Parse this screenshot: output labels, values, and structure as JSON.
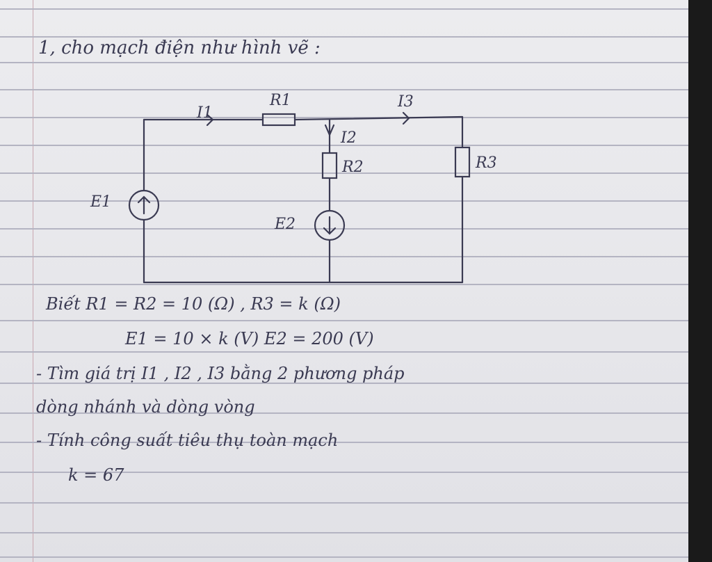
{
  "problem": {
    "heading": "1, cho mạch điện như hình vẽ :",
    "given_line1": "Biết  R1 = R2 = 10 (Ω) , R3 = k (Ω)",
    "given_line2": "E1 = 10 × k  (V)     E2 = 200 (V)",
    "task1_line1": "- Tìm giá trị I1 , I2 , I3  bằng 2 phương pháp",
    "task1_line2": "dòng nhánh và dòng vòng",
    "task2": "- Tính công suất tiêu thụ toàn mạch",
    "k_value": "k = 67"
  },
  "circuit": {
    "labels": {
      "I1": "I1",
      "R1": "R1",
      "I3": "I3",
      "I2": "I2",
      "R2": "R2",
      "R3": "R3",
      "E1": "E1",
      "E2": "E2"
    }
  },
  "colors": {
    "ink": "#3a3a52",
    "paper": "#e8e8ec",
    "rule_line": "#b4b4c2"
  }
}
